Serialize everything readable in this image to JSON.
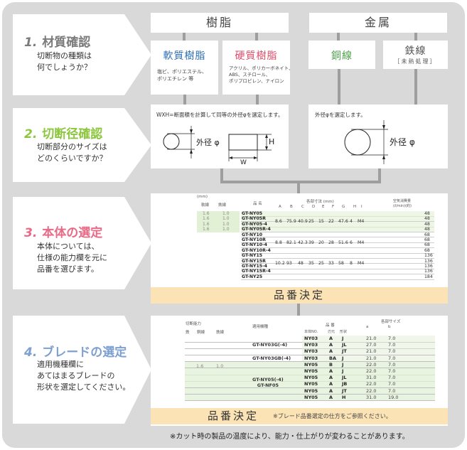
{
  "colors": {
    "step1": "#7b7b7b",
    "step2": "#8cc63e",
    "step3": "#e96a87",
    "step4": "#7d9fd1",
    "resin_soft": "#2f6fb4",
    "resin_hard": "#e24d6b",
    "copper": "#4fa04a",
    "band": "#fbe3b6",
    "table_green": "#e2f0d5"
  },
  "steps": [
    {
      "num": "1.",
      "title": "材質確認",
      "desc": "切断物の種類は\n何でしょうか？"
    },
    {
      "num": "2.",
      "title": "切断径確認",
      "desc": "切断部分のサイズは\nどのくらいですか？"
    },
    {
      "num": "3.",
      "title": "本体の選定",
      "desc": "本体については、\n仕様の能力欄を元に\n品番を選びます。"
    },
    {
      "num": "4.",
      "title": "ブレードの選定",
      "desc": "適用機種欄に\nあてはまるブレードの\n形状を選定してください。"
    }
  ],
  "materials": {
    "resin_header": "樹脂",
    "metal_header": "金属",
    "soft_resin": {
      "name": "軟質樹脂",
      "examples": "塩ビ、ポリエステル、\nポリエチレン 等"
    },
    "hard_resin": {
      "name": "硬質樹脂",
      "examples": "アクリル、ポリカーボネイト、\nABS、スチロール、\nポリプロピレン、ナイロン"
    },
    "copper_wire": {
      "name": "銅線"
    },
    "iron_wire": {
      "name": "鉄線",
      "note": "［未熱処理］"
    }
  },
  "diameter": {
    "resin_note": "WXH=断面積を計算して同等の外径φを選定します。",
    "metal_note": "外径φを選定します。",
    "outer_label": "外径 φ",
    "h_label": "H",
    "w_label": "W"
  },
  "body_table": {
    "header_left": [
      "(mm)",
      "軟線",
      "鉄線"
    ],
    "header_models": "品 名",
    "header_dims": "各部寸法 (mm)",
    "dim_letters": [
      "A",
      "B",
      "C",
      "D",
      "E",
      "F",
      "G",
      "H",
      "I"
    ],
    "header_air": "空気消費量\n(ℓ/min)(約)",
    "left_values": [
      [
        "1.6",
        "1.0"
      ],
      [
        "1.6",
        "1.0"
      ],
      [
        "1.6",
        "1.0"
      ],
      [
        "1.6",
        "1.0"
      ]
    ],
    "models": [
      "GT-NY05",
      "GT-NY05R",
      "GT-NY05-4",
      "GT-NY05R-4",
      "GT-NY10",
      "GT-NY10R",
      "GT-NY10-4",
      "GT-NY10R-4",
      "GT-NY15",
      "GT-NY15R",
      "GT-NY15-4",
      "GT-NY15R-4",
      "GT-NY25"
    ],
    "dim_groups": [
      [
        "8.6",
        "75.9",
        "40.9",
        "25",
        "15",
        "22",
        "47.6",
        "4",
        "M4"
      ],
      [
        "8.8",
        "82.1",
        "42.3",
        "39",
        "20",
        "28",
        "51.6",
        "6",
        "M4"
      ],
      [
        "10.2",
        "93",
        "48",
        "35",
        "25",
        "33",
        "58",
        "8",
        "M4"
      ]
    ],
    "air": [
      "48",
      "48",
      "48",
      "48",
      "68",
      "68",
      "68",
      "68",
      "136",
      "136",
      "136",
      "136",
      "184"
    ],
    "band_label": "品番決定"
  },
  "blade_table": {
    "header_capacity": "切断能力",
    "header_sub": [
      "鉄",
      "銅線",
      "鉄線"
    ],
    "header_machine": "適用機種",
    "header_product": "品 番",
    "header_product_sub": [
      "本体NO.",
      "刃元",
      "形状"
    ],
    "header_size": "各部サイズ",
    "header_size_sub": [
      "a",
      "b"
    ],
    "capacity_values": [
      "1.6",
      "1.0"
    ],
    "machines": [
      "GT-NY03G(-4)",
      "GT-NY03GB(-4)",
      "GT-NY05(-4)\nGT-NF05"
    ],
    "rows": [
      [
        "NY03",
        "A",
        "J",
        "21.0",
        "7.0"
      ],
      [
        "NY03",
        "A",
        "JL",
        "27.0",
        "7.0"
      ],
      [
        "NY03",
        "A",
        "JT",
        "21.0",
        "7.0"
      ],
      [
        "NY03",
        "BA",
        "J",
        "21.0",
        "7.0"
      ],
      [
        "NY05",
        "B",
        "J",
        "22.0",
        "7.0"
      ],
      [
        "NY05",
        "A",
        "J",
        "22.0",
        "7.0"
      ],
      [
        "NY05",
        "A",
        "JL",
        "31.0",
        "7.0"
      ],
      [
        "NY05",
        "A",
        "JB",
        "22.0",
        "7.0"
      ],
      [
        "NY05",
        "A",
        "JT",
        "22.0",
        "7.0"
      ],
      [
        "NY05",
        "A",
        "H",
        "31.0",
        "19.0"
      ]
    ],
    "band_label": "品番決定",
    "band_note": "※ブレード品番選定の仕方をご参照ください。"
  },
  "footer_note": "※カット時の製品の温度により、能力・仕上がりが変わることがあります。"
}
